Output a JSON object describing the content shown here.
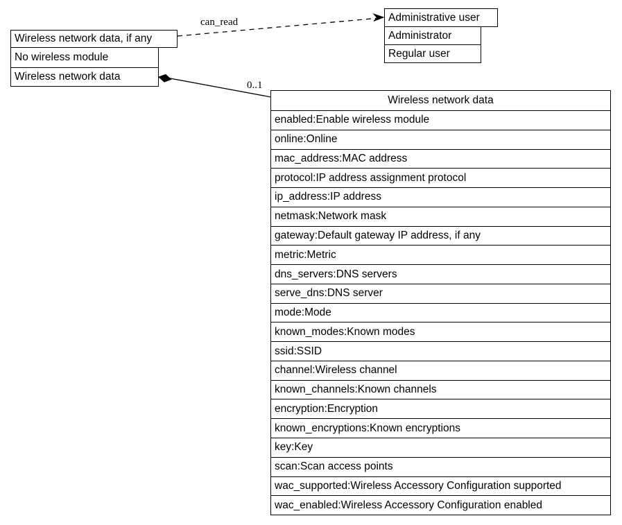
{
  "diagram": {
    "wireless_state_node": {
      "cells": [
        "Wireless network data, if any",
        "No wireless module",
        "Wireless network data"
      ]
    },
    "user_node": {
      "cells": [
        "Administrative user",
        "Administrator",
        "Regular user"
      ]
    },
    "edges": {
      "can_read_label": "can_read",
      "multiplicity_label": "0..1"
    },
    "class_box": {
      "title": "Wireless network data",
      "attributes": [
        "enabled:Enable wireless module",
        "online:Online",
        "mac_address:MAC address",
        "protocol:IP address assignment protocol",
        "ip_address:IP address",
        "netmask:Network mask",
        "gateway:Default gateway IP address, if any",
        "metric:Metric",
        "dns_servers:DNS servers",
        "serve_dns:DNS server",
        "mode:Mode",
        "known_modes:Known modes",
        "ssid:SSID",
        "channel:Wireless channel",
        "known_channels:Known channels",
        "encryption:Encryption",
        "known_encryptions:Known encryptions",
        "key:Key",
        "scan:Scan access points",
        "wac_supported:Wireless Accessory Configuration supported",
        "wac_enabled:Wireless Accessory Configuration enabled"
      ]
    },
    "colors": {
      "line": "#000000",
      "background": "#ffffff"
    }
  }
}
